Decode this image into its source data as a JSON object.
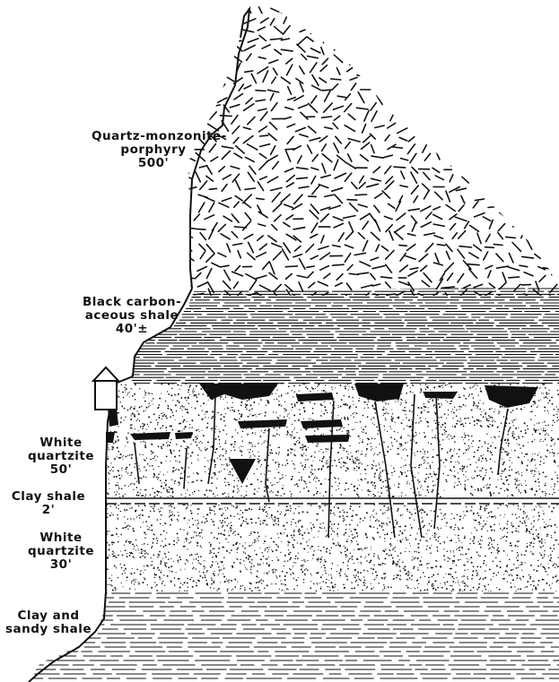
{
  "figure": {
    "labels": {
      "porphyry": {
        "line1": "Quartz-monzonite-",
        "line2": "porphyry",
        "thickness": "500'"
      },
      "black_shale": {
        "line1": "Black carbon-",
        "line2": "aceous shale",
        "thickness": "40'±"
      },
      "upper_quartzite": {
        "line1": "White",
        "line2": "quartzite",
        "thickness": "50'"
      },
      "clay_shale": {
        "line1": "Clay shale",
        "thickness": "2'"
      },
      "lower_quartzite": {
        "line1": "White",
        "line2": "quartzite",
        "thickness": "30'"
      },
      "sandy_shale": {
        "line1": "Clay and",
        "line2": "sandy shale"
      }
    },
    "colors": {
      "ink": "#111111",
      "paper": "#ffffff"
    }
  }
}
